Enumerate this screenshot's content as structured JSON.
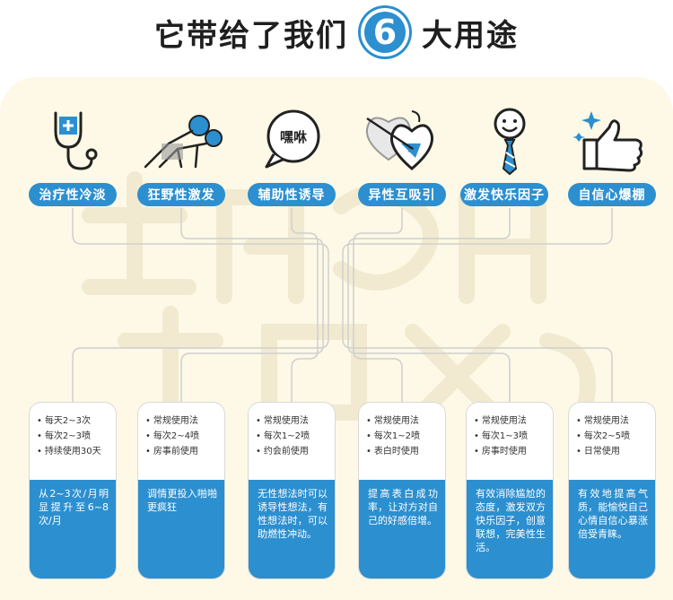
{
  "header": {
    "title_before": "它带给了我们",
    "title_number": "6",
    "title_after": "大用途"
  },
  "colors": {
    "accent": "#2c8fcf",
    "panel_bg": "#fdf9e6",
    "text_dark": "#1f1f1f"
  },
  "features": [
    {
      "icon": "stethoscope-icon",
      "label": "治疗性冷淡",
      "items": [
        "每天2~3次",
        "每次2~3喷",
        "持续使用30天"
      ],
      "desc": "从2~3次/月明显提升至6~8次/月"
    },
    {
      "icon": "couple-icon",
      "label": "狂野性激发",
      "items": [
        "常规使用法",
        "每次2~4喷",
        "房事前使用"
      ],
      "desc": "调情更投入啪啪更疯狂"
    },
    {
      "icon": "speech-bubble-icon",
      "icon_text": "嘿咻",
      "label": "辅助性诱导",
      "items": [
        "常规使用法",
        "每次1~2喷",
        "约会前使用"
      ],
      "desc": "无性想法时可以诱导性想法，有性想法时，可以助燃性冲动。"
    },
    {
      "icon": "heart-arrow-icon",
      "label": "异性互吸引",
      "items": [
        "常规使用法",
        "每次1~2喷",
        "表白时使用"
      ],
      "desc": "提高表白成功率，让对方对自己的好感倍增。"
    },
    {
      "icon": "smiley-tie-icon",
      "label": "激发快乐因子",
      "items": [
        "常规使用法",
        "每次1~3喷",
        "房事时使用"
      ],
      "desc": "有效消除尴尬的态度，激发双方快乐因子，创意联想，完美性生活。"
    },
    {
      "icon": "thumbs-up-icon",
      "label": "自信心爆棚",
      "items": [
        "常规使用法",
        "每次2~5喷",
        "日常使用"
      ],
      "desc": "有效地提高气质，能愉悦自己心情自信心暴涨倍受青睐。"
    }
  ]
}
